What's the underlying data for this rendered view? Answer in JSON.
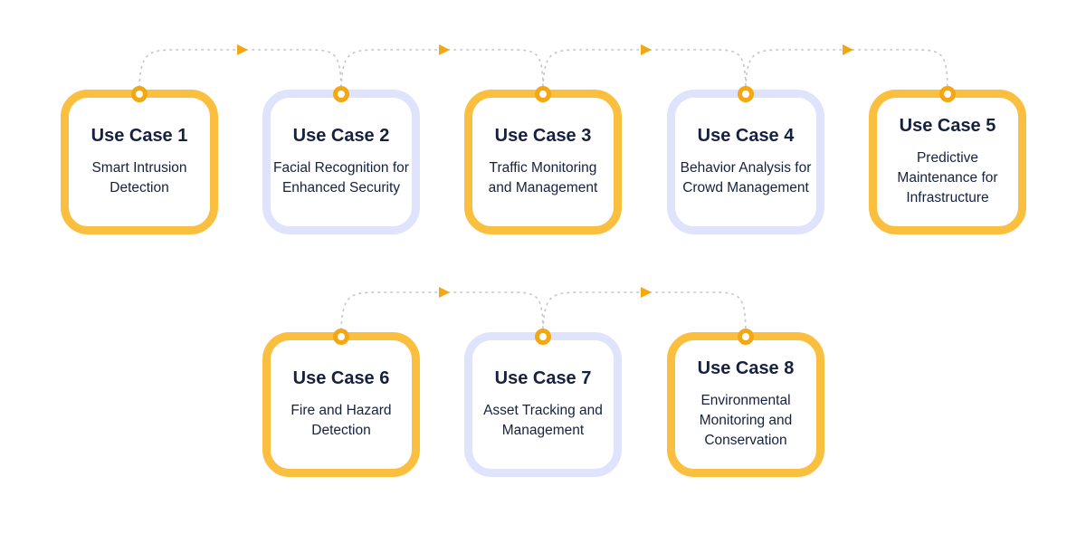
{
  "cards": [
    {
      "title": "Use Case 1",
      "description": "Smart Intrusion Detection"
    },
    {
      "title": "Use Case 2",
      "description": "Facial Recognition for Enhanced Security"
    },
    {
      "title": "Use Case 3",
      "description": "Traffic Monitoring and Management"
    },
    {
      "title": "Use Case 4",
      "description": "Behavior Analysis for Crowd Management"
    },
    {
      "title": "Use Case 5",
      "description": "Predictive Maintenance for Infrastructure"
    },
    {
      "title": "Use Case 6",
      "description": "Fire and Hazard Detection"
    },
    {
      "title": "Use Case 7",
      "description": "Asset Tracking and Management"
    },
    {
      "title": "Use Case 8",
      "description": "Environmental Monitoring and Conservation"
    }
  ],
  "colors": {
    "accent_yellow": "#fbbf3f",
    "accent_lavender": "#dfe3fb",
    "dot_orange": "#f3a712",
    "text_navy": "#16213f",
    "connector_gray": "#c8c8c8"
  }
}
